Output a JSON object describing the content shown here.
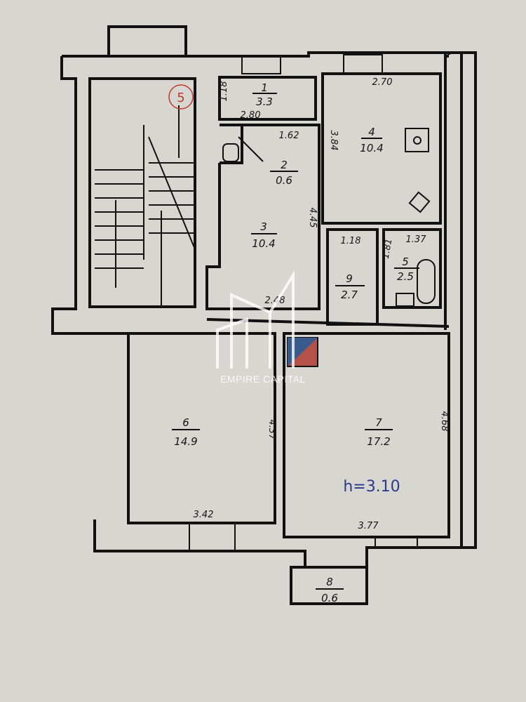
{
  "stairwell_mark": "5",
  "rooms": [
    {
      "number": "1",
      "area": "3.3",
      "dims": [
        "1.18",
        "2.80"
      ]
    },
    {
      "number": "2",
      "area": "0.6",
      "dims": [
        "1.62"
      ]
    },
    {
      "number": "3",
      "area": "10.4",
      "dims": [
        "4.45",
        "2.48"
      ]
    },
    {
      "number": "4",
      "area": "10.4",
      "dims": [
        "2.70",
        "3.84"
      ]
    },
    {
      "number": "5",
      "area": "2.5",
      "dims": [
        "1.37",
        "1.81"
      ]
    },
    {
      "number": "6",
      "area": "14.9",
      "dims": [
        "4.37",
        "3.42"
      ]
    },
    {
      "number": "7",
      "area": "17.2",
      "dims": [
        "4.68",
        "3.77"
      ]
    },
    {
      "number": "8",
      "area": "0.6",
      "dims": []
    },
    {
      "number": "9",
      "area": "2.7",
      "dims": [
        "1.18"
      ]
    }
  ],
  "ceiling_height": "h=3.10",
  "watermark": "EMPIRE CAPITAL",
  "colors": {
    "paper": "#d8d6d1",
    "ink": "#111111",
    "handwriting": "#2a3a8a",
    "mark": "#c0392b"
  }
}
